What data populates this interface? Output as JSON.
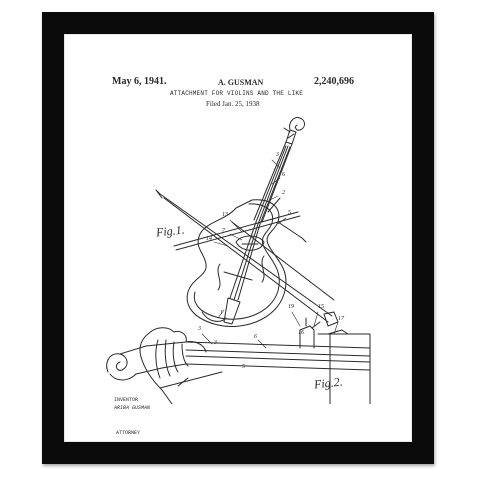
{
  "patent": {
    "date": "May 6, 1941.",
    "inventor": "A. GUSMAN",
    "number": "2,240,696",
    "title": "ATTACHMENT FOR VIOLINS AND THE LIKE",
    "filed": "Filed Jan. 25, 1938",
    "fig1": "Fig.1.",
    "fig2": "Fig.2.",
    "inventor_label": "INVENTOR",
    "inventor_name": "ARIBA GUSMAN",
    "attorney_label": "ATTORNEY"
  },
  "reference_numerals": {
    "n1": "3",
    "n2": "6",
    "n3": "2",
    "n4": "13",
    "n5": "7",
    "n6": "5",
    "n7": "14",
    "n8": "1",
    "n9": "19",
    "n10": "15",
    "n11": "3",
    "n12": "16",
    "n13": "17",
    "n14": "6",
    "n15": "3",
    "n16": "5"
  },
  "colors": {
    "frame": "#0b0b0b",
    "mat": "#ffffff",
    "ink": "#2a2a2a"
  }
}
